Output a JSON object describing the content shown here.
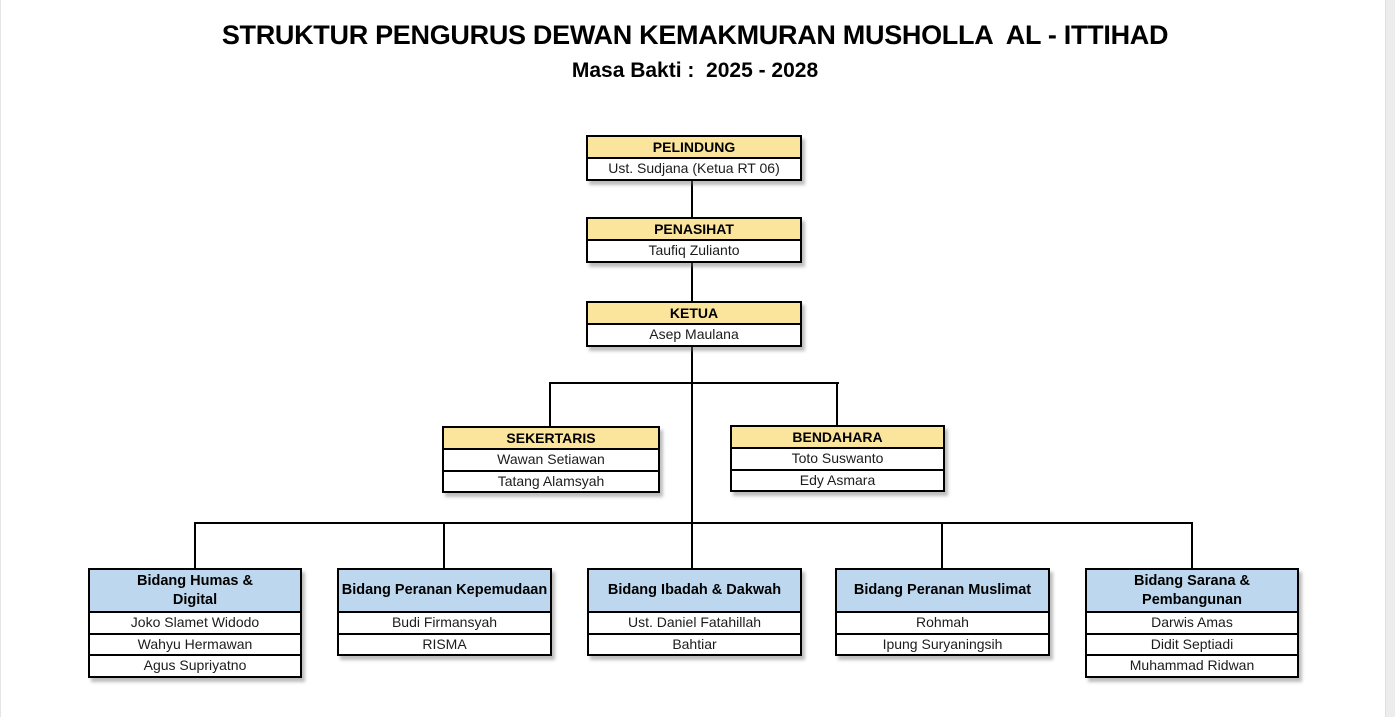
{
  "title": "STRUKTUR PENGURUS DEWAN KEMAKMURAN MUSHOLLA  AL - ITTIHAD",
  "subtitle": "Masa Bakti :  2025 - 2028",
  "colors": {
    "header_yellow": "#FBE49B",
    "header_blue": "#BDD7EE",
    "line": "#000000",
    "background": "#FFFFFF"
  },
  "nodes": {
    "pelindung": {
      "title": "PELINDUNG",
      "members": [
        "Ust. Sudjana (Ketua RT 06)"
      ]
    },
    "penasihat": {
      "title": "PENASIHAT",
      "members": [
        "Taufiq Zulianto"
      ]
    },
    "ketua": {
      "title": "KETUA",
      "members": [
        "Asep Maulana"
      ]
    },
    "sekertaris": {
      "title": "SEKERTARIS",
      "members": [
        "Wawan Setiawan",
        "Tatang Alamsyah"
      ]
    },
    "bendahara": {
      "title": "BENDAHARA",
      "members": [
        "Toto Suswanto",
        "Edy Asmara"
      ]
    },
    "bidang": [
      {
        "title": "Bidang Humas & Digital",
        "members": [
          "Joko Slamet Widodo",
          "Wahyu Hermawan",
          "Agus Supriyatno"
        ]
      },
      {
        "title": "Bidang Peranan Kepemudaan",
        "members": [
          "Budi Firmansyah",
          "RISMA"
        ]
      },
      {
        "title": "Bidang Ibadah & Dakwah",
        "members": [
          "Ust. Daniel Fatahillah",
          "Bahtiar"
        ]
      },
      {
        "title": "Bidang Peranan Muslimat",
        "members": [
          "Rohmah",
          "Ipung Suryaningsih"
        ]
      },
      {
        "title": "Bidang Sarana & Pembangunan",
        "members": [
          "Darwis Amas",
          "Didit Septiadi",
          "Muhammad Ridwan"
        ]
      }
    ]
  }
}
